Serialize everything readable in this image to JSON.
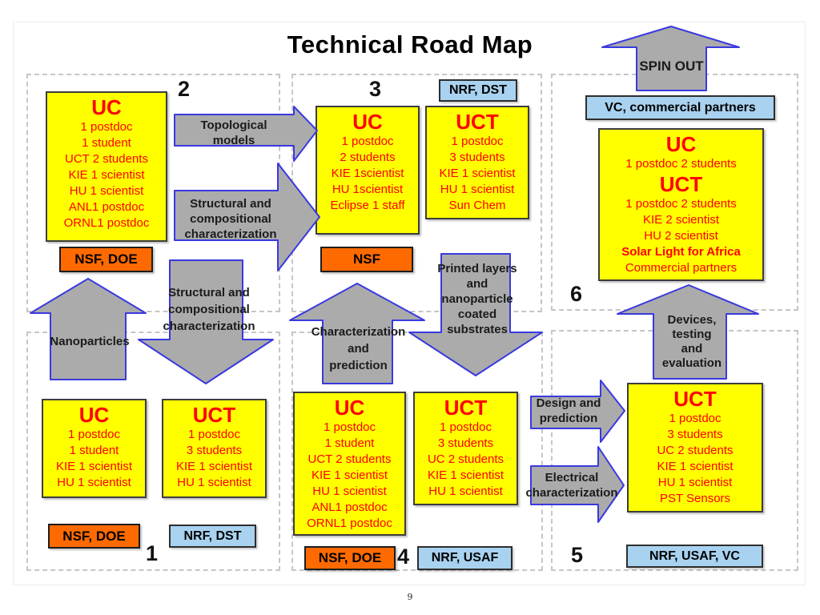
{
  "slide": {
    "title": "Technical Road Map",
    "page_number": "9"
  },
  "colors": {
    "yellow": "#FFFF00",
    "red": "#FF0000",
    "orange": "#FF6A00",
    "blue-box": "#A8D2F0",
    "arrow-fill": "#ABABAB",
    "arrow-stroke": "#3939E0",
    "panel-border": "#C6C6C6"
  },
  "panels": {
    "p1": {
      "number": "1",
      "uc": {
        "title": "UC",
        "lines": [
          "1 postdoc",
          "1 student",
          "KIE 1 scientist",
          "HU 1 scientist"
        ]
      },
      "uct": {
        "title": "UCT",
        "lines": [
          "1 postdoc",
          "3 students",
          "KIE 1 scientist",
          "HU 1 scientist"
        ]
      },
      "funding_orange": "NSF, DOE",
      "funding_blue": "NRF, DST"
    },
    "p2": {
      "number": "2",
      "uc": {
        "title": "UC",
        "lines": [
          "1 postdoc",
          "1 student",
          "UCT 2 students",
          "KIE 1 scientist",
          "HU 1 scientist",
          "ANL1 postdoc",
          "ORNL1 postdoc"
        ]
      },
      "funding_orange": "NSF, DOE"
    },
    "p3": {
      "number": "3",
      "uc": {
        "title": "UC",
        "lines": [
          "1 postdoc",
          "2 students",
          "KIE 1scientist",
          "HU 1scientist",
          "Eclipse 1 staff"
        ]
      },
      "uct": {
        "title": "UCT",
        "lines": [
          "1 postdoc",
          "3 students",
          "KIE 1 scientist",
          "HU 1 scientist",
          "Sun Chem"
        ]
      },
      "funding_orange": "NSF",
      "funding_blue": "NRF, DST"
    },
    "p4": {
      "number": "4",
      "uc": {
        "title": "UC",
        "lines": [
          "1 postdoc",
          "1 student",
          "UCT 2 students",
          "KIE 1 scientist",
          "HU 1 scientist",
          "ANL1 postdoc",
          "ORNL1 postdoc"
        ]
      },
      "uct": {
        "title": "UCT",
        "lines": [
          "1 postdoc",
          "3 students",
          "UC 2 students",
          "KIE 1 scientist",
          "HU 1 scientist"
        ]
      },
      "funding_orange": "NSF, DOE",
      "funding_blue": "NRF, USAF"
    },
    "p5": {
      "number": "5",
      "uct": {
        "title": "UCT",
        "lines": [
          "1 postdoc",
          "3 students",
          "UC 2 students",
          "KIE 1 scientist",
          "HU 1 scientist",
          "PST Sensors"
        ]
      },
      "funding_blue": "NRF, USAF, VC"
    },
    "p6": {
      "number": "6",
      "funding_blue": "VC, commercial partners",
      "box": {
        "uc_title": "UC",
        "uc_line": "1 postdoc 2 students",
        "uct_title": "UCT",
        "lines": [
          "1 postdoc 2 students",
          "KIE 2 scientist",
          "HU 2 scientist"
        ],
        "highlight": "Solar Light for Africa",
        "footer": "Commercial partners"
      }
    }
  },
  "arrows": {
    "spin_out": "SPIN OUT",
    "topological": "Topological\nmodels",
    "structural_right": "Structural and\ncompositional\ncharacterization",
    "nanoparticles": "Nanoparticles",
    "structural_down": "Structural and\ncompositional\ncharacterization",
    "characterization_up": "Characterization\nand\nprediction",
    "printed_down": "Printed layers\nand\nnanoparticle\ncoated\nsubstrates",
    "devices_up": "Devices,\ntesting\nand\nevaluation",
    "design_right": "Design and\nprediction",
    "electrical_right": "Electrical\ncharacterization"
  }
}
